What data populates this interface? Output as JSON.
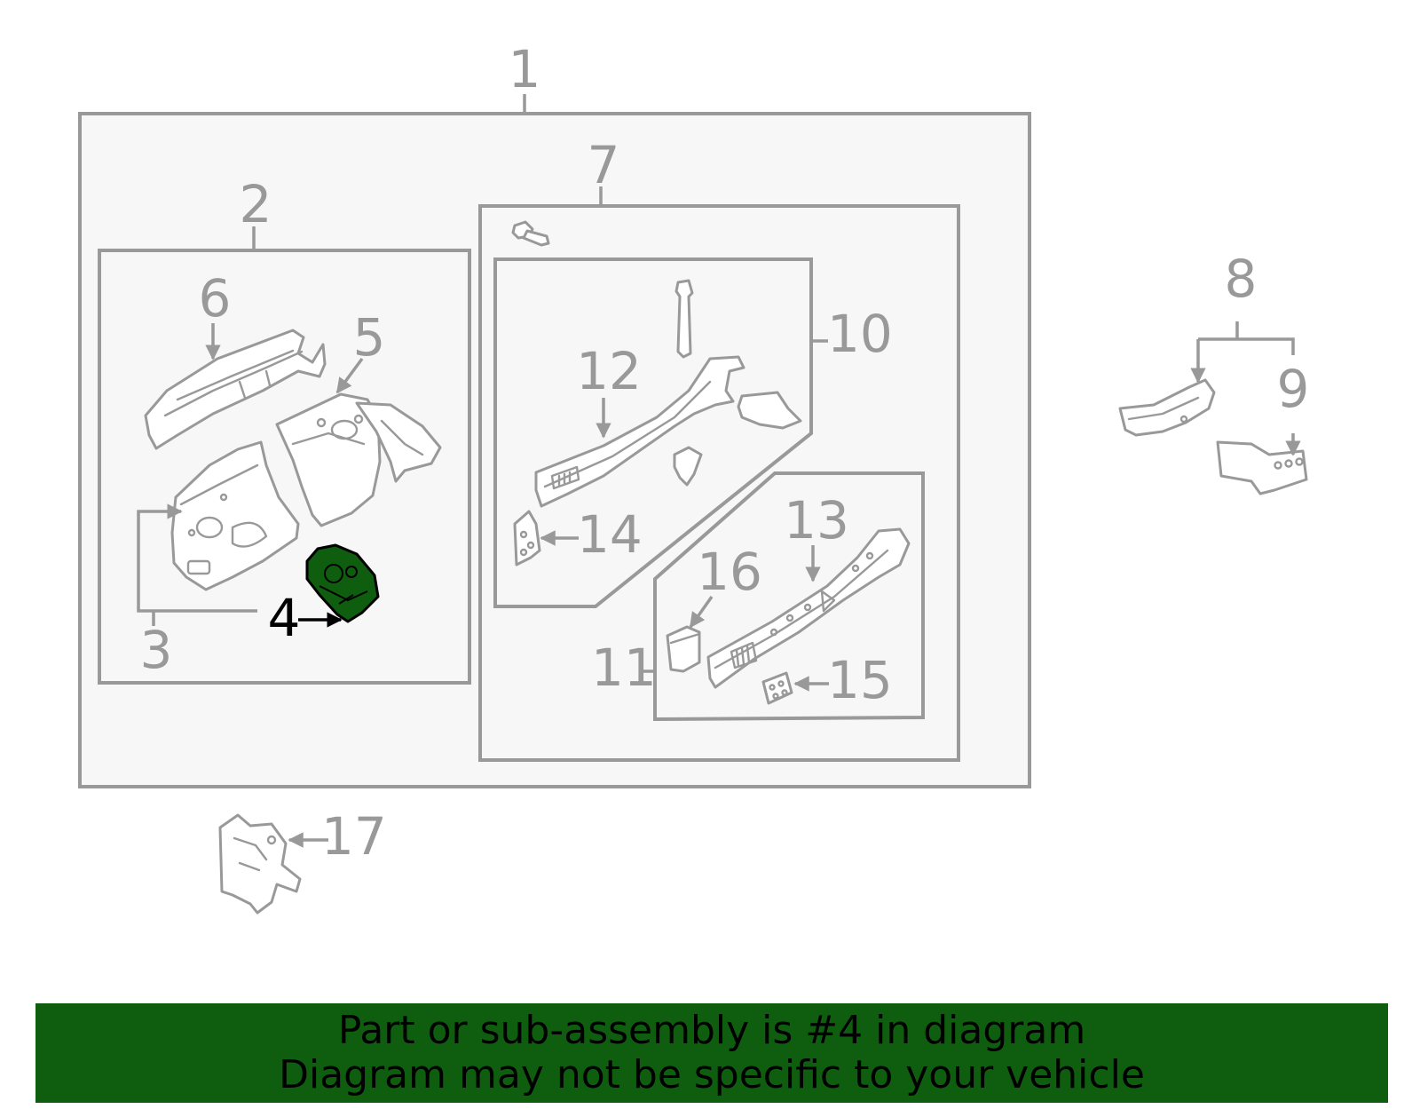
{
  "colors": {
    "line": "#999999",
    "panel_fill": "#f7f7f7",
    "highlight_fill": "#0f5e0f",
    "highlight_label": "#000000",
    "banner_bg": "#0f5e0f"
  },
  "callouts": {
    "n1": "1",
    "n2": "2",
    "n3": "3",
    "n4": "4",
    "n5": "5",
    "n6": "6",
    "n7": "7",
    "n8": "8",
    "n9": "9",
    "n10": "10",
    "n11": "11",
    "n12": "12",
    "n13": "13",
    "n14": "14",
    "n15": "15",
    "n16": "16",
    "n17": "17"
  },
  "highlighted_part": "4",
  "banner": {
    "line1": "Part or sub-assembly is #4 in diagram",
    "line2": "Diagram may not be specific to your vehicle"
  }
}
